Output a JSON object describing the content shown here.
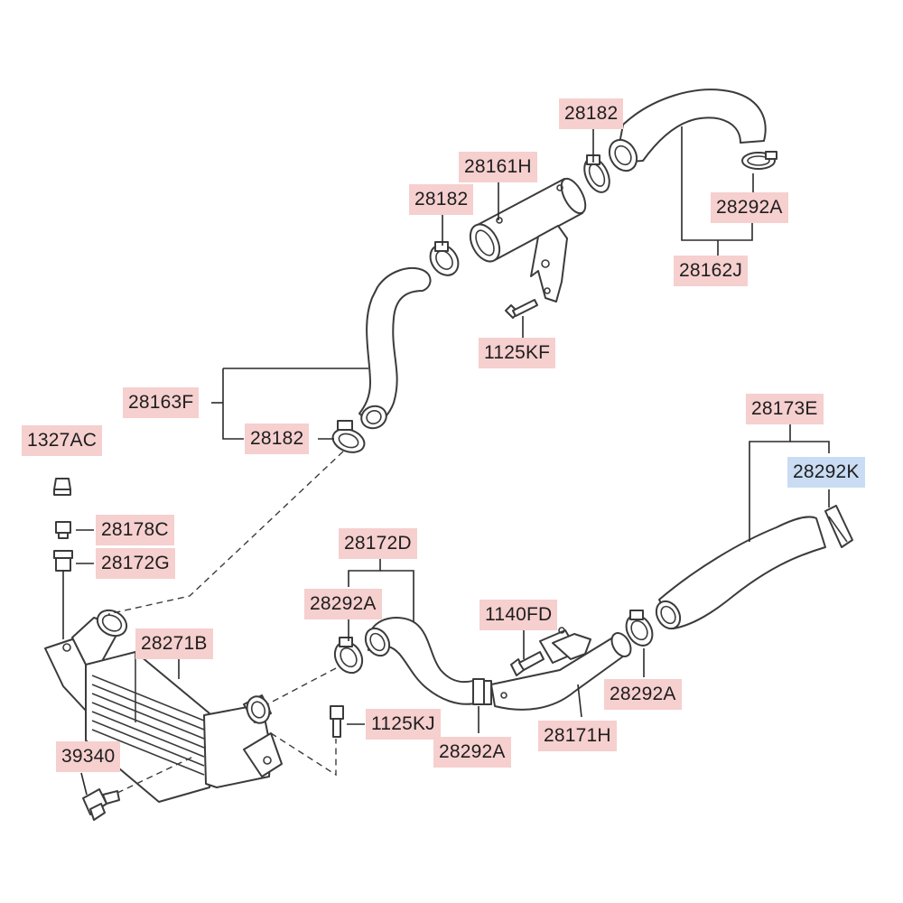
{
  "colors": {
    "label_bg": "#f6cfcf",
    "label_selected_bg": "#c9dcf3",
    "line": "#2a2a2a"
  },
  "labels": {
    "l28182_top": "28182",
    "l28161H": "28161H",
    "l28182_mid": "28182",
    "l28292A_top": "28292A",
    "l28162J": "28162J",
    "l1125KF": "1125KF",
    "l28163F": "28163F",
    "l28182_low": "28182",
    "l1327AC": "1327AC",
    "l28178C": "28178C",
    "l28172G": "28172G",
    "l28173E": "28173E",
    "l28292K": "28292K",
    "l28172D": "28172D",
    "l28292A_left": "28292A",
    "l1140FD": "1140FD",
    "l28271B": "28271B",
    "l28292A_right": "28292A",
    "l1125KJ": "1125KJ",
    "l28292A_bottom": "28292A",
    "l28171H": "28171H",
    "l39340": "39340"
  },
  "selected_label": "l28292K",
  "parts": [
    "upper-hose-28162J",
    "pipe-28161H",
    "bracket",
    "bolt-1125KF",
    "hose-28163F",
    "intercooler-28271B",
    "sensor-39340",
    "bolt-1125KJ",
    "hose-28172D",
    "pipe-28171H",
    "bolt-1140FD",
    "hose-28173E",
    "cap-1327AC",
    "plug-28178C",
    "grommet-28172G"
  ]
}
